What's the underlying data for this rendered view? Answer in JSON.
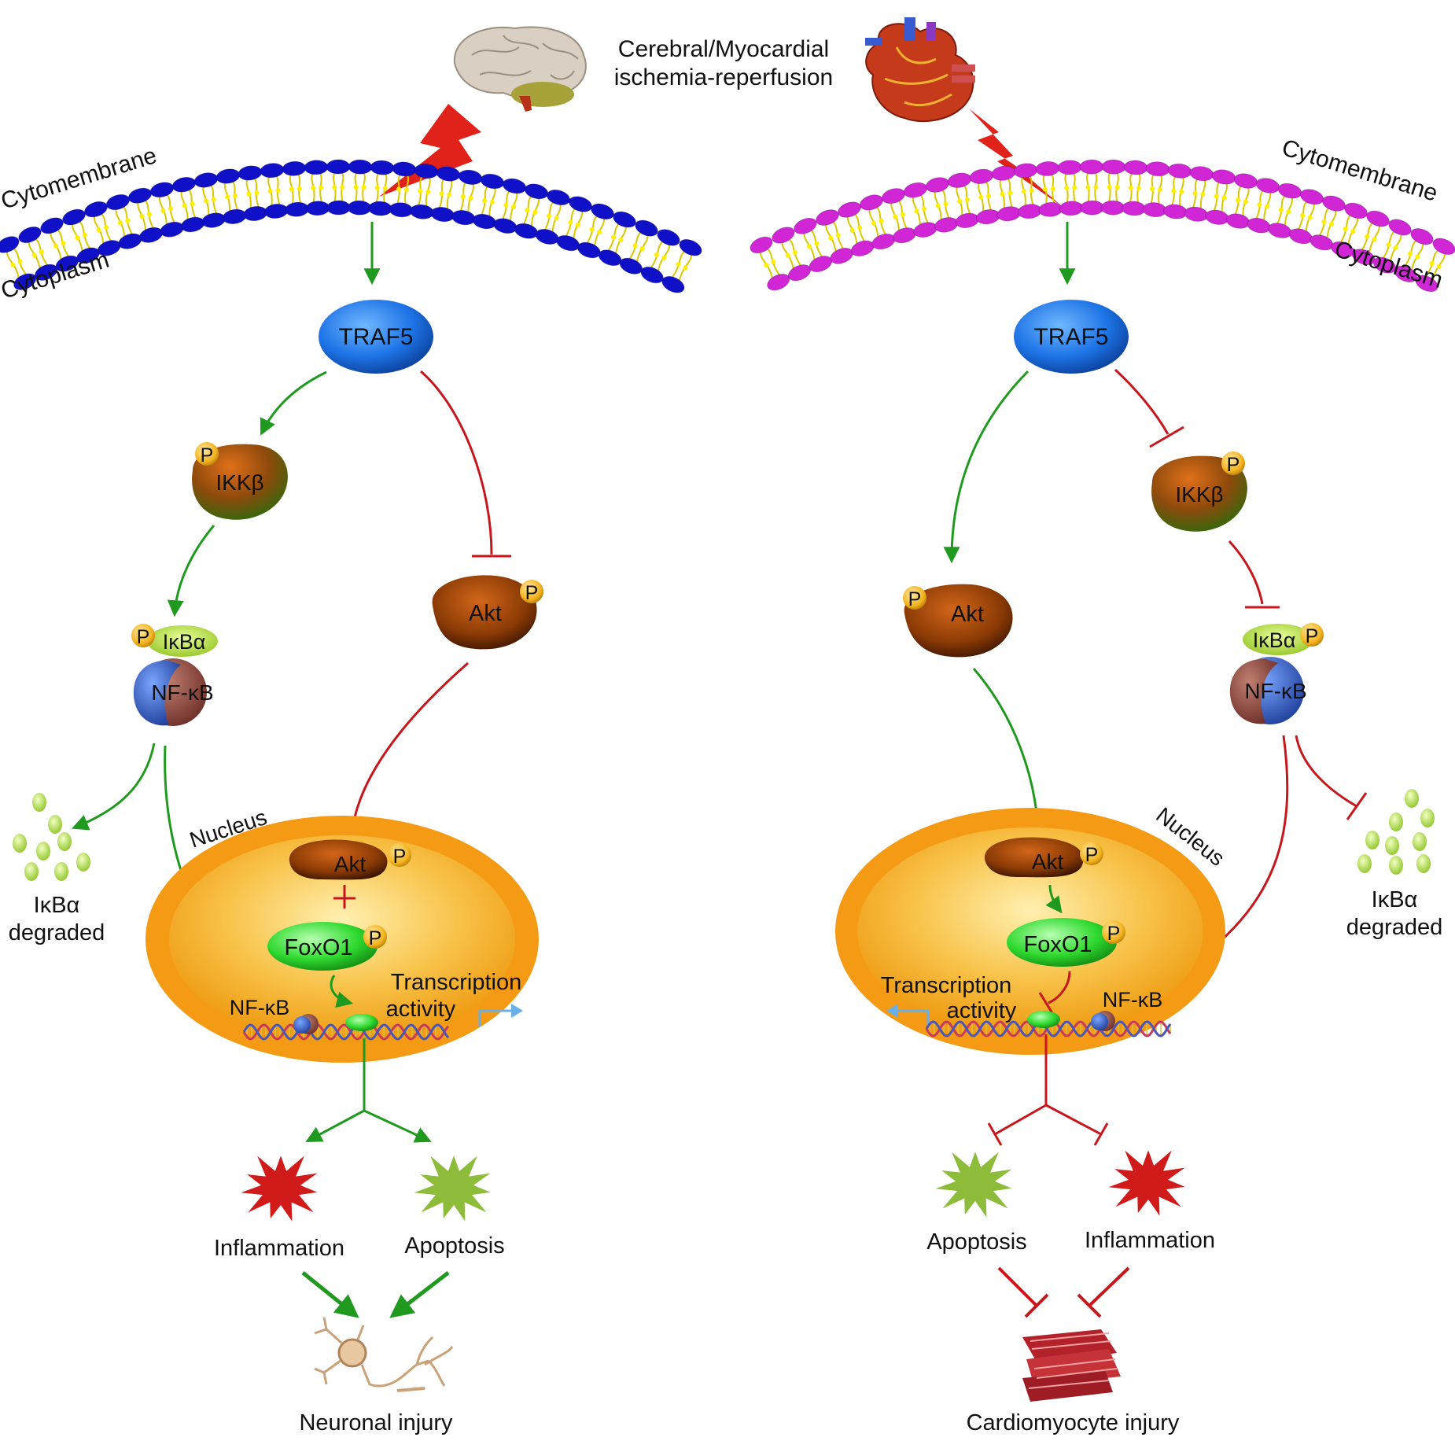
{
  "title": {
    "line1": "Cerebral/Myocardial",
    "line2": "ischemia-reperfusion"
  },
  "labels": {
    "cytomembrane": "Cytomembrane",
    "cytoplasm": "Cytoplasm",
    "nucleus": "Nucleus",
    "traf5": "TRAF5",
    "ikkb": "IKKβ",
    "akt": "Akt",
    "ikba": "IκBα",
    "nfkb": "NF-κB",
    "foxo1": "FoxO1",
    "p": "P",
    "transcription_line1": "Transcription",
    "transcription_line2": "activity",
    "ikba_degraded_line1": "IκBα",
    "ikba_degraded_line2": "degraded",
    "inflammation": "Inflammation",
    "apoptosis": "Apoptosis",
    "neuronal_injury": "Neuronal injury",
    "cardiomyocyte_injury": "Cardiomyocyte injury"
  },
  "colors": {
    "activation": "#1f9a1f",
    "inhibition": "#c8171c",
    "neuron_membrane": "#1010c8",
    "cardio_membrane": "#d026d6",
    "lipid_tail": "#ffee00",
    "traf5": "#1e74e6",
    "kinase": "#8a3a05",
    "ikba": "#b6e04a",
    "foxo1": "#2fd92f",
    "nucleus_outer": "#f59a14",
    "nucleus_inner": "#f7b12a",
    "phospho": "#f3b31f",
    "inflammation": "#d11a1a",
    "apoptosis": "#8dbb3a"
  }
}
